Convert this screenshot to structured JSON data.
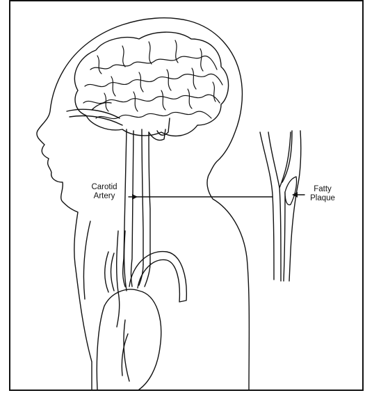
{
  "labels": {
    "carotid_line1": "Carotid",
    "carotid_line2": "Artery",
    "plaque_line1": "Fatty",
    "plaque_line2": "Plaque"
  },
  "colors": {
    "stroke": "#111111",
    "background": "#ffffff"
  }
}
